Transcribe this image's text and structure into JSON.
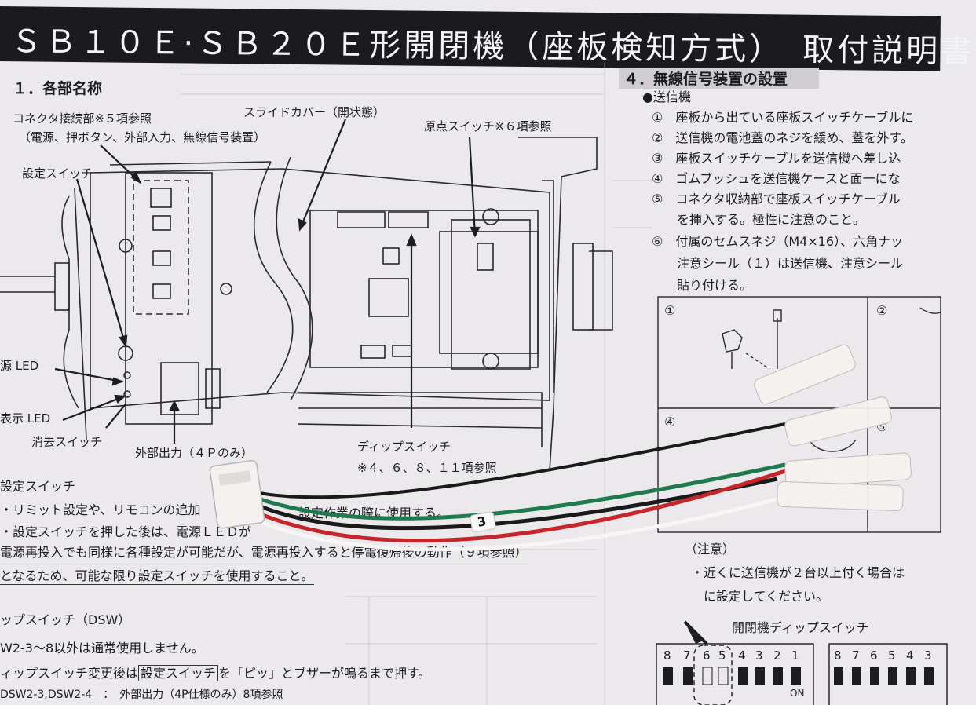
{
  "title": "ＳＢ１０Ｅ·ＳＢ２０Ｅ形開閉機（座板検知方式）　取付説明書",
  "section1": {
    "heading": "１．各部名称",
    "callouts": {
      "connector": "コネクタ接続部※５項参照",
      "connector_sub": "（電源、押ボタン、外部入力、無線信号装置）",
      "setting_switch": "設定スイッチ",
      "slide_cover": "スライドカバー（開状態）",
      "origin_switch": "原点スイッチ※６項参照",
      "power_led": "源 LED",
      "display_led": "表示 LED",
      "erase_switch": "消去スイッチ",
      "external_output": "外部出力（４Ｐのみ）",
      "dip_switch": "ディップスイッチ",
      "dip_switch_ref": "※４、６、８、１１項参照"
    }
  },
  "setting_section": {
    "heading": "設定スイッチ",
    "line1": "・リミット設定や、リモコンの追加",
    "line1_tail": "設定作業の際に使用する。",
    "line2": "・設定スイッチを押した後は、電源ＬＥＤが",
    "line3": "電源再投入でも同様に各種設定が可能だが、電源再投入すると停電復帰後の動作（９項参照）",
    "line4": "となるため、可能な限り設定スイッチを使用すること。"
  },
  "dip_section": {
    "heading": "ップスイッチ（DSW）",
    "line1": "W2-3～8以外は通常使用しません。",
    "line2_pre": "ィップスイッチ変更後は",
    "line2_box": "設定スイッチ",
    "line2_post": "を「ピッ」とブザーが鳴るまで押す。",
    "line3": "DSW2-3,DSW2-4　：　外部出力（4P仕様のみ）8項参照"
  },
  "section4": {
    "heading": "４．無線信号装置の設置",
    "transmitter": "●送信機",
    "steps": [
      "①　座板から出ている座板スイッチケーブルに",
      "②　送信機の電池蓋のネジを緩め、蓋を外す。",
      "③　座板スイッチケーブルを送信機へ差し込",
      "④　ゴムブッシュを送信機ケースと面一にな",
      "⑤　コネクタ収納部で座板スイッチケーブル",
      "　　を挿入する。極性に注意のこと。",
      "⑥　付属のセムスネジ（M4×16）、六角ナッ",
      "　　注意シール（１）は送信機、注意シール",
      "　　貼り付ける。"
    ],
    "figure_numbers": [
      "①",
      "②",
      "④",
      "⑤"
    ]
  },
  "notes": {
    "heading": "（注意）",
    "line1": "・近くに送信機が２台以上付く場合は",
    "line2": "に設定してください。",
    "dip_title": "開閉機ディップスイッチ",
    "on_label": "ON",
    "dip_numbers_left": [
      "8",
      "7",
      "6",
      "5",
      "4",
      "3",
      "2",
      "1"
    ],
    "dip_numbers_right": [
      "8",
      "7",
      "6",
      "5",
      "4",
      "3"
    ]
  },
  "cable_marker": "3"
}
